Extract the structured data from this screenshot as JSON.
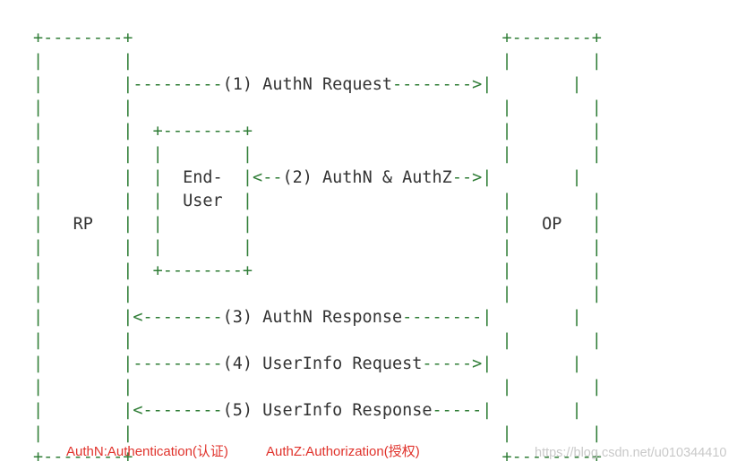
{
  "diagram": {
    "nodes": {
      "rp": "RP",
      "op": "OP",
      "end_user_line1": "End-",
      "end_user_line2": "User"
    },
    "arrows": [
      {
        "label": "(1) AuthN Request",
        "direction": "RP -> OP"
      },
      {
        "label": "(2) AuthN & AuthZ",
        "direction": "End-User <-> OP"
      },
      {
        "label": "(3) AuthN Response",
        "direction": "OP -> RP"
      },
      {
        "label": "(4) UserInfo Request",
        "direction": "RP -> OP"
      },
      {
        "label": "(5) UserInfo Response",
        "direction": "OP -> RP"
      }
    ]
  },
  "legend": {
    "authn": "AuthN:Authentication(认证)",
    "authz": "AuthZ:Authorization(授权)"
  },
  "watermark": "https://blog.csdn.net/u010344410",
  "colors": {
    "lines": "#2f7d36",
    "labels": "#333333",
    "legend": "#e0322b",
    "watermark": "#c9c9c9"
  }
}
